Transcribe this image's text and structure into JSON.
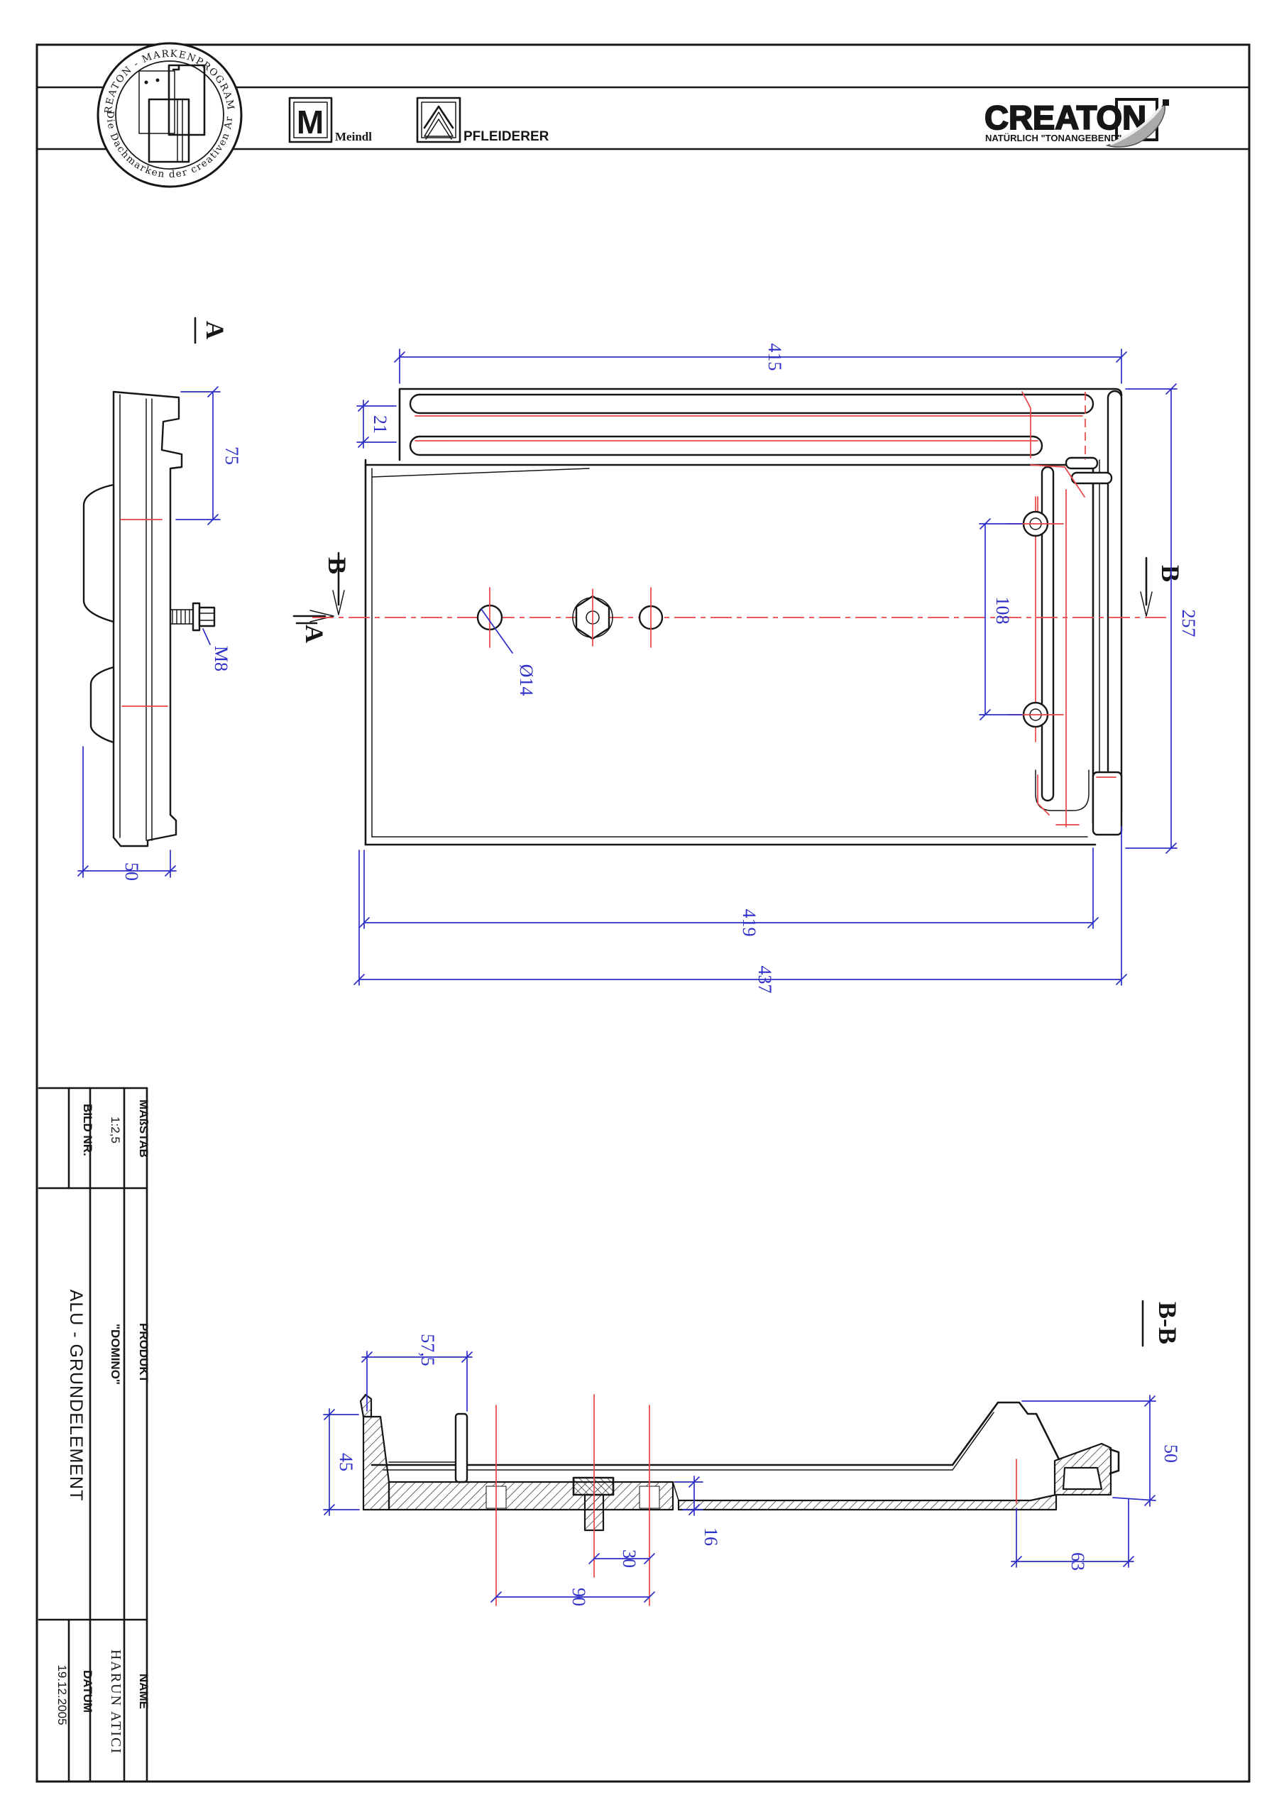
{
  "header": {
    "seal_top": "CREATON - MARKENPROGRAMM",
    "seal_bottom": "Die Dachmarken der creativen Art",
    "meindl_initial": "M",
    "meindl_label": "Meindl",
    "pfleiderer_label": "PFLEIDERER",
    "creaton_logo": "CREATON",
    "creaton_tagline": "NATÜRLICH \"TONANGEBEND\""
  },
  "plan_view": {
    "dim_top_width": "415",
    "dim_head_depth": "21",
    "dim_hole_spacing": "108",
    "dim_height": "257",
    "dim_hole_dia": "Ø14",
    "dim_body_width": "419",
    "dim_total_width": "437",
    "cut_a_label": "A",
    "cut_b_label": "B"
  },
  "side_view": {
    "view_label": "A",
    "dim_head_height": "75",
    "dim_width": "50",
    "thread_label": "M8"
  },
  "section_view": {
    "title": "B-B",
    "dim_hook_width": "57,5",
    "dim_depth": "45",
    "dim_thickness": "16",
    "dim_bolt_offset": "30",
    "dim_notch_spacing": "90",
    "dim_channel_width": "63",
    "dim_end_height": "50"
  },
  "title_block": {
    "scale_label": "MAßSTAB",
    "scale_value": "1:2,5",
    "bild_label": "BILD NR.",
    "produkt_label": "PRODUKT",
    "produkt_value": "\"DOMINO\"",
    "drawing_title": "ALU - GRUNDELEMENT",
    "name_label": "NAME",
    "name_value": "HARUN ATICI",
    "datum_label": "DATUM",
    "datum_value": "19.12.2005"
  },
  "colors": {
    "dimension_blue": "#2e2ec8",
    "centerline_red": "#e84545",
    "drawing_black": "#161616"
  }
}
